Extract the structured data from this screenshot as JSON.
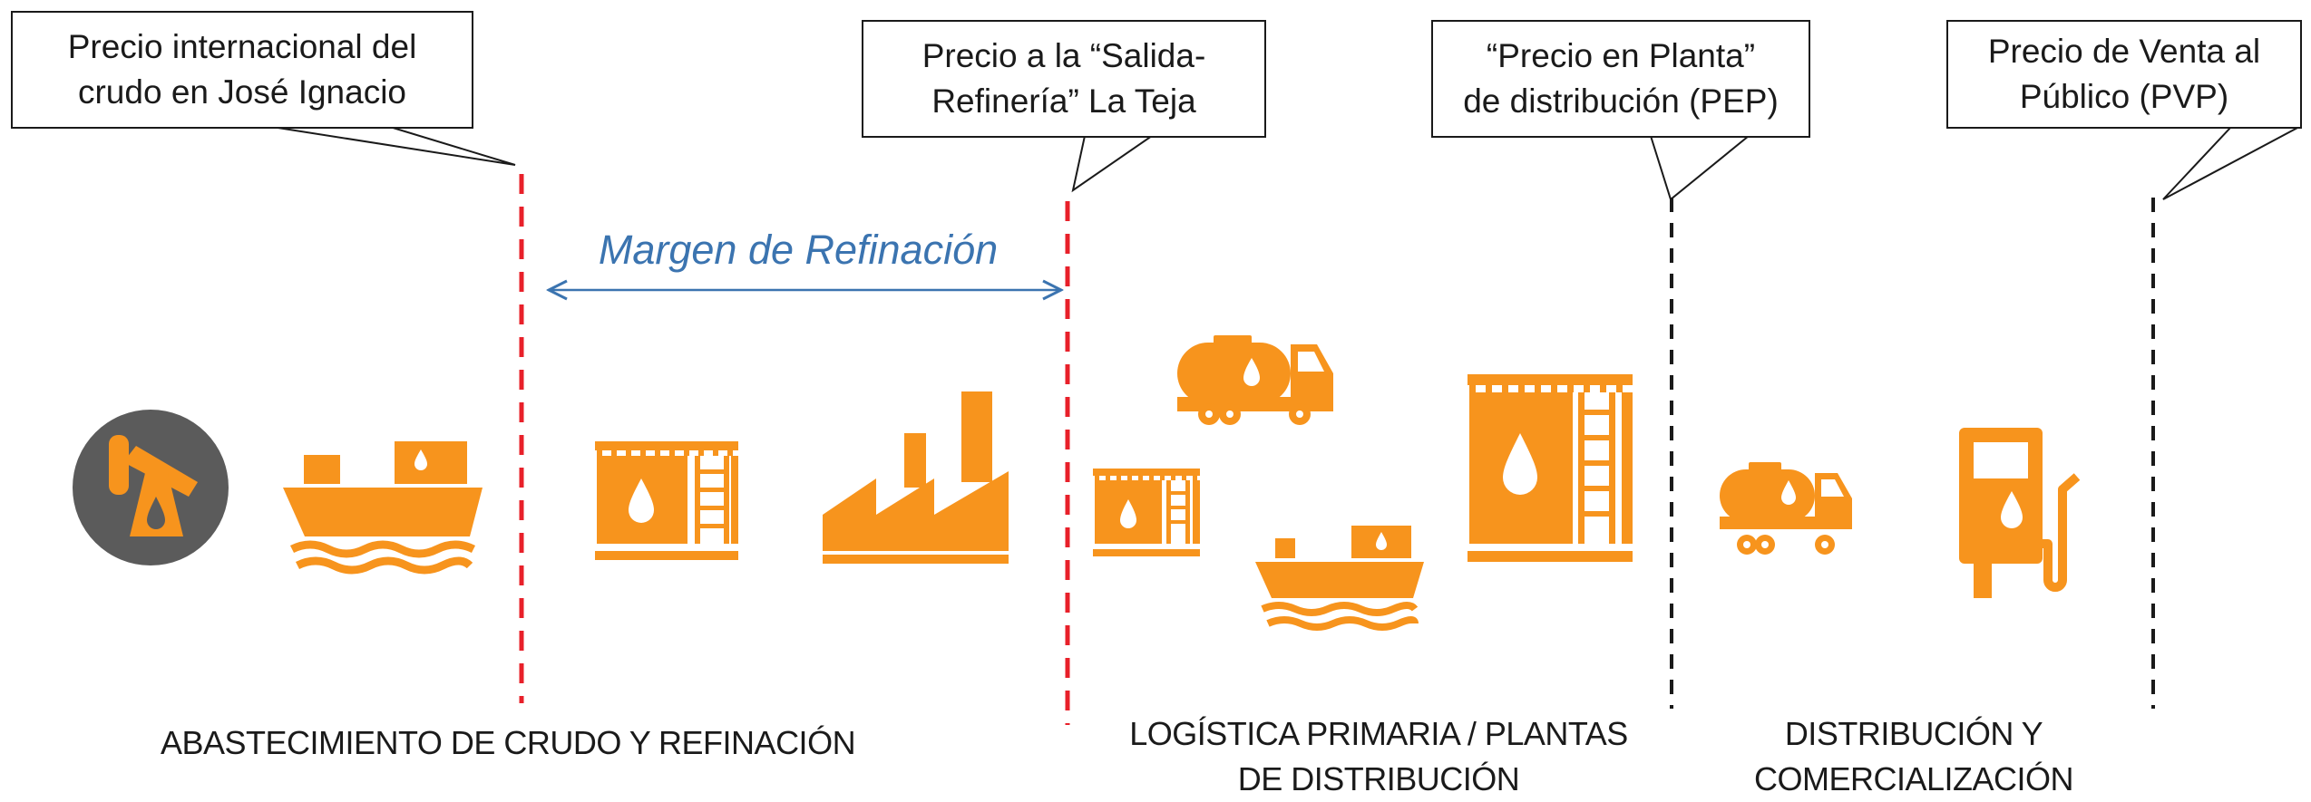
{
  "callouts": [
    {
      "lines": [
        "Precio internacional del",
        "crudo en José Ignacio"
      ]
    },
    {
      "lines": [
        "Precio a la “Salida-",
        "Refinería” La Teja"
      ]
    },
    {
      "lines": [
        "“Precio en Planta”",
        "de distribución (PEP)"
      ]
    },
    {
      "lines": [
        "Precio de Venta al",
        "Público (PVP)"
      ]
    }
  ],
  "margin_label": "Margen de Refinación",
  "sections": [
    {
      "lines": [
        "ABASTECIMIENTO DE CRUDO Y REFINACIÓN"
      ]
    },
    {
      "lines": [
        "LOGÍSTICA PRIMARIA / PLANTAS",
        "DE DISTRIBUCIÓN"
      ]
    },
    {
      "lines": [
        "DISTRIBUCIÓN Y",
        "COMERCIALIZACIÓN"
      ]
    }
  ],
  "colors": {
    "icon_orange": "#f7941d",
    "refinery_divider_red": "#e8202a",
    "distribution_divider_black": "#1a1a1a",
    "pump_circle_gray": "#5b5b5b",
    "margin_blue": "#3b74b0"
  },
  "icons": [
    "oil-pump-icon",
    "tanker-ship-icon",
    "storage-tank-icon",
    "refinery-factory-icon",
    "small-storage-tank-icon",
    "tanker-truck-icon",
    "small-tanker-ship-icon",
    "large-storage-tank-icon",
    "tanker-truck-icon",
    "fuel-dispenser-icon"
  ]
}
